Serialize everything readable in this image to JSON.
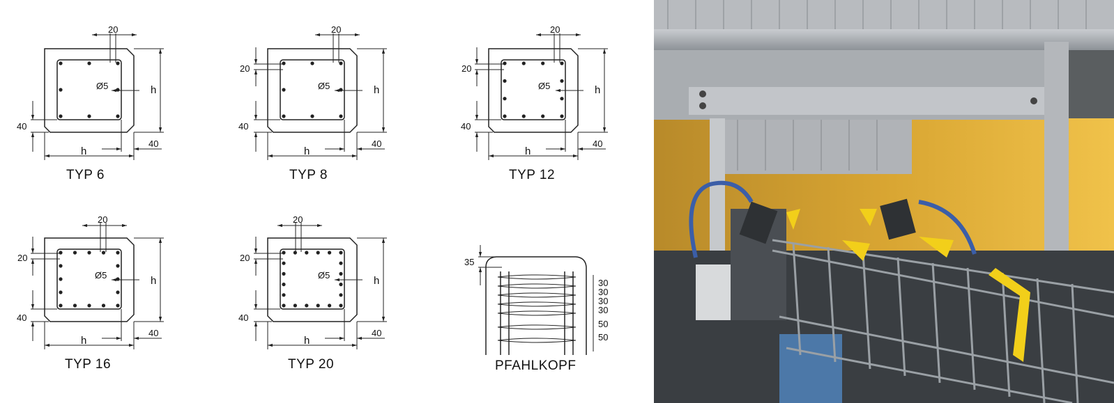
{
  "sections": [
    {
      "id": "typ6",
      "caption": "TYP 6",
      "bars_per_side": 3,
      "dim_top": "20",
      "dim_bar": "Ø5",
      "dim_h_right": "h",
      "dim_h_bottom": "h",
      "dim_cover_left": "40",
      "dim_cover_bottom": "40",
      "dim_side_left": ""
    },
    {
      "id": "typ8",
      "caption": "TYP 8",
      "bars_per_side": 3,
      "dim_top": "20",
      "dim_bar": "Ø5",
      "dim_h_right": "h",
      "dim_h_bottom": "h",
      "dim_cover_left": "40",
      "dim_cover_bottom": "40",
      "dim_side_left": "20"
    },
    {
      "id": "typ12",
      "caption": "TYP 12",
      "bars_per_side": 4,
      "dim_top": "20",
      "dim_bar": "Ø5",
      "dim_h_right": "h",
      "dim_h_bottom": "h",
      "dim_cover_left": "40",
      "dim_cover_bottom": "40",
      "dim_side_left": "20"
    },
    {
      "id": "typ16",
      "caption": "TYP 16",
      "bars_per_side": 5,
      "dim_top": "20",
      "dim_bar": "Ø5",
      "dim_h_right": "h",
      "dim_h_bottom": "h",
      "dim_cover_left": "40",
      "dim_cover_bottom": "40",
      "dim_side_left": "20"
    },
    {
      "id": "typ20",
      "caption": "TYP 20",
      "bars_per_side": 6,
      "dim_top": "20",
      "dim_bar": "Ø5",
      "dim_h_right": "h",
      "dim_h_bottom": "h",
      "dim_cover_left": "40",
      "dim_cover_bottom": "40",
      "dim_side_left": "20"
    }
  ],
  "pile_head": {
    "caption": "PFAHLKOPF",
    "dim_top": "35",
    "spacings": [
      "30",
      "30",
      "30",
      "30",
      "50",
      "50"
    ]
  }
}
